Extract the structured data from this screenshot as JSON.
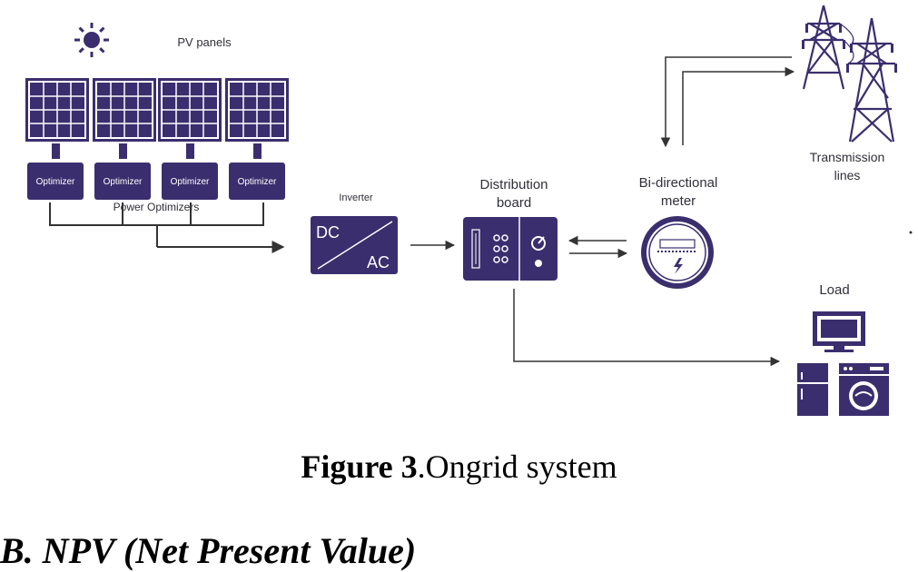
{
  "colors": {
    "primary": "#3b2e6e",
    "line": "#333333",
    "white": "#ffffff"
  },
  "labels": {
    "pv_panels": "PV panels",
    "optimizer": "Optimizer",
    "power_optimizers": "Power Optimizers",
    "inverter": "Inverter",
    "inverter_dc": "DC",
    "inverter_ac": "AC",
    "distribution_board_line1": "Distribution",
    "distribution_board_line2": "board",
    "meter_line1": "Bi-directional",
    "meter_line2": "meter",
    "transmission_line1": "Transmission",
    "transmission_line2": "lines",
    "load": "Load"
  },
  "icons": [
    "sun-icon",
    "solar-panel-icon",
    "inverter-icon",
    "distribution-board-icon",
    "meter-icon",
    "transmission-tower-icon",
    "tv-icon",
    "fridge-icon",
    "washing-machine-icon"
  ],
  "caption": {
    "bold": "Figure 3",
    "text": ".Ongrid system"
  },
  "section_heading": "B. NPV (Net Present Value)"
}
